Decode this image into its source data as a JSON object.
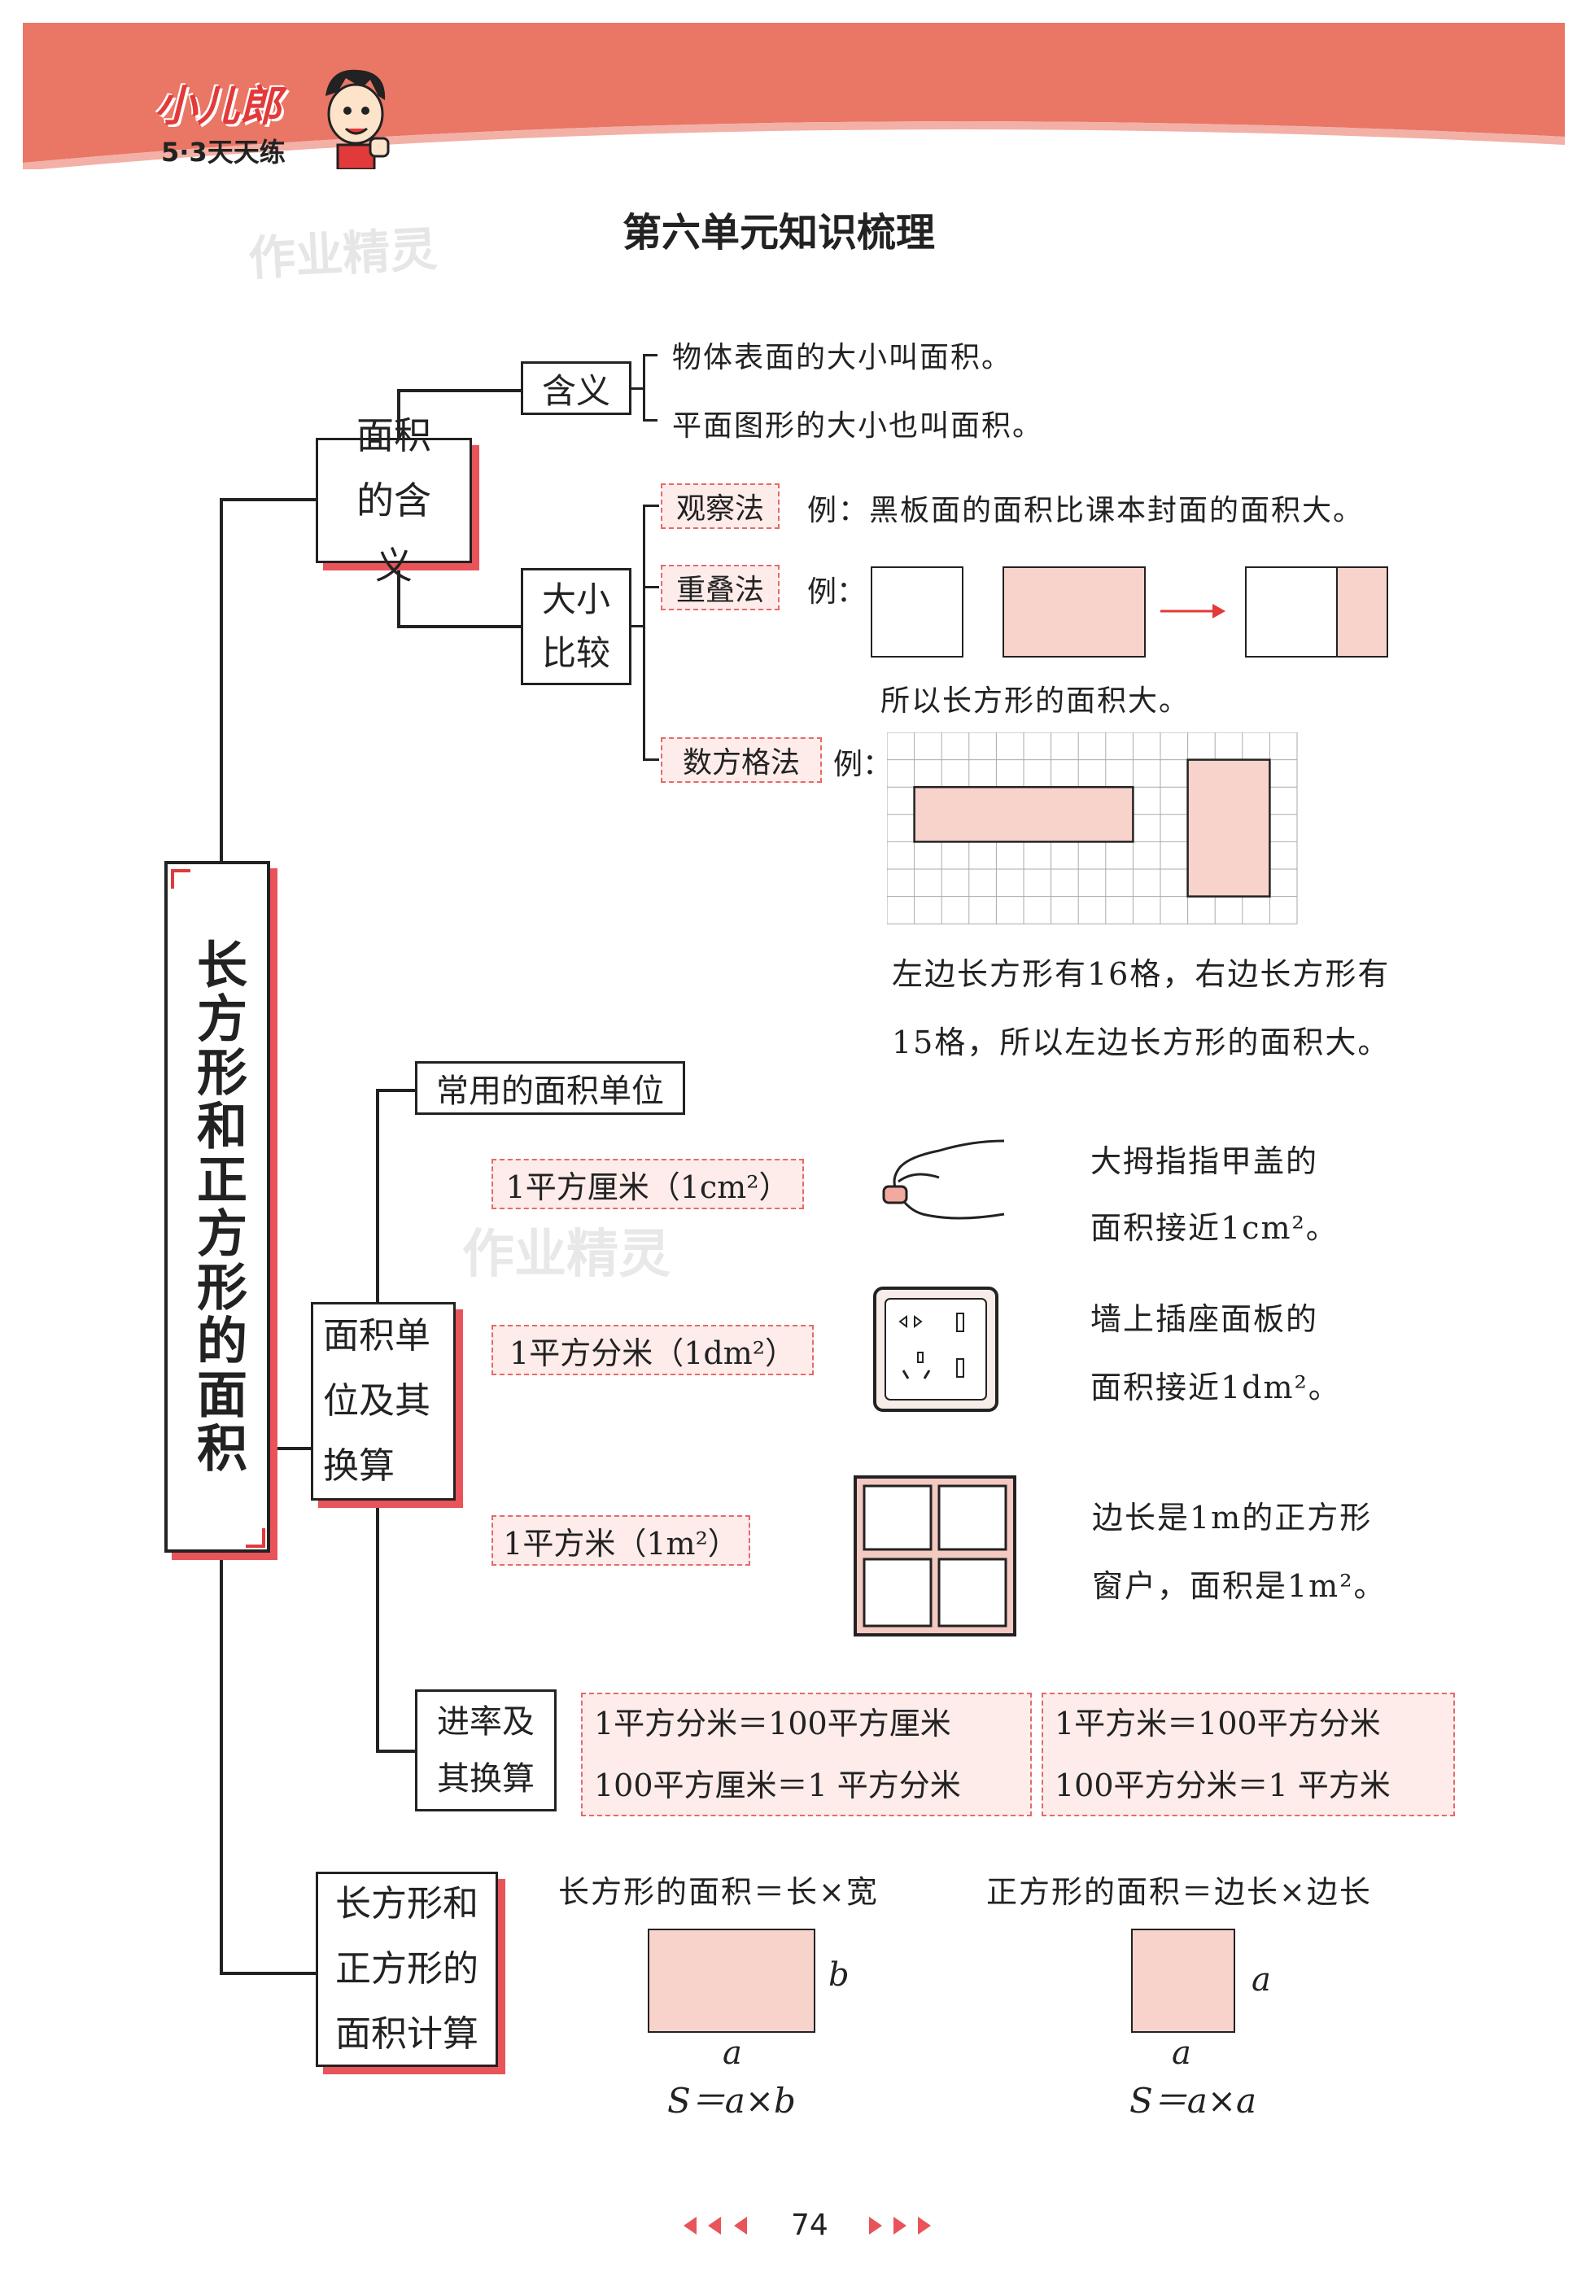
{
  "header": {
    "brand": "小儿郎",
    "series": "5·3天天练",
    "watermark": "作业精灵"
  },
  "title": "第六单元知识梳理",
  "main_topic": "长方形和正方形的面积",
  "meaning": {
    "label": "面积的含义",
    "definition": {
      "label": "含义",
      "items": [
        "物体表面的大小叫面积。",
        "平面图形的大小也叫面积。"
      ]
    },
    "compare": {
      "label_lines": [
        "大小",
        "比较"
      ],
      "methods": [
        {
          "name": "观察法",
          "example": "例：黑板面的面积比课本封面的面积大。"
        },
        {
          "name": "重叠法",
          "example": "例：",
          "result": "所以长方形的面积大。"
        },
        {
          "name": "数方格法",
          "example": "例：",
          "result_lines": [
            "左边长方形有16格，右边长方形有",
            "15格，所以左边长方形的面积大。"
          ]
        }
      ]
    }
  },
  "units": {
    "label_lines": [
      "面积单",
      "位及其",
      "换算"
    ],
    "common": {
      "label": "常用的面积单位",
      "items": [
        {
          "unit": "1平方厘米（1cm²）",
          "desc_lines": [
            "大拇指指甲盖的",
            "面积接近1cm²。"
          ]
        },
        {
          "unit": "1平方分米（1dm²）",
          "desc_lines": [
            "墙上插座面板的",
            "面积接近1dm²。"
          ]
        },
        {
          "unit": "1平方米（1m²）",
          "desc_lines": [
            "边长是1m的正方形",
            "窗户，面积是1m²。"
          ]
        }
      ]
    },
    "conversion": {
      "label_lines": [
        "进率及",
        "其换算"
      ],
      "left": [
        "1平方分米＝100平方厘米",
        "100平方厘米＝1 平方分米"
      ],
      "right": [
        "1平方米＝100平方分米",
        "100平方分米＝1 平方米"
      ]
    }
  },
  "calc": {
    "label_lines": [
      "长方形和",
      "正方形的",
      "面积计算"
    ],
    "rect": {
      "formula": "长方形的面积＝长×宽",
      "side_a": "a",
      "side_b": "b",
      "symbolic": "S＝a×b"
    },
    "square": {
      "formula": "正方形的面积＝边长×边长",
      "side_a": "a",
      "side_b": "a",
      "symbolic": "S＝a×a"
    }
  },
  "footer": {
    "page_number": "74"
  }
}
